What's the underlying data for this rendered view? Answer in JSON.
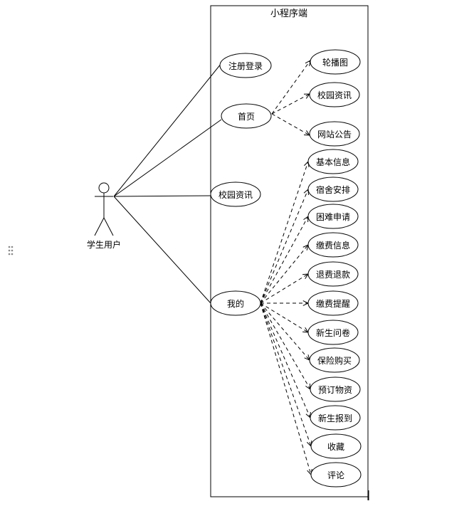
{
  "system": {
    "title": "小程序端"
  },
  "actor": {
    "label": "学生用户"
  },
  "main_use_cases": [
    {
      "id": "register",
      "label": "注册登录"
    },
    {
      "id": "home",
      "label": "首页"
    },
    {
      "id": "news",
      "label": "校园资讯"
    },
    {
      "id": "mine",
      "label": "我的"
    }
  ],
  "home_extensions": [
    {
      "label": "轮播图"
    },
    {
      "label": "校园资讯"
    },
    {
      "label": "网站公告"
    }
  ],
  "mine_extensions": [
    {
      "label": "基本信息"
    },
    {
      "label": "宿舍安排"
    },
    {
      "label": "困难申请"
    },
    {
      "label": "缴费信息"
    },
    {
      "label": "退费退款"
    },
    {
      "label": "缴费提醒"
    },
    {
      "label": "新生问卷"
    },
    {
      "label": "保险购买"
    },
    {
      "label": "预订物资"
    },
    {
      "label": "新生报到"
    },
    {
      "label": "收藏"
    },
    {
      "label": "评论"
    }
  ]
}
